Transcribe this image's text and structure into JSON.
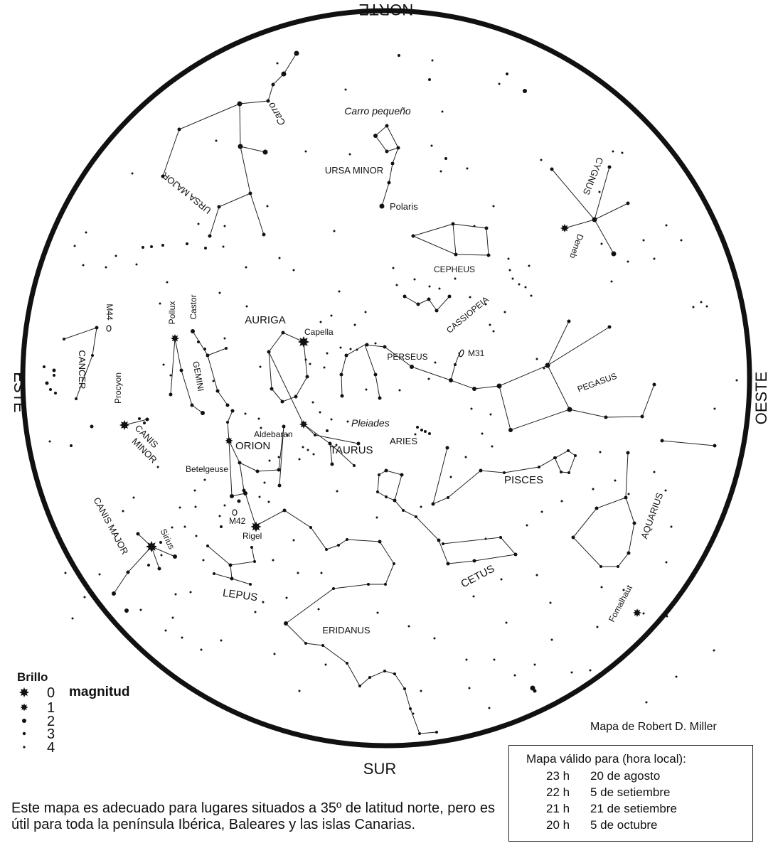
{
  "directions": {
    "north": "NORTE",
    "south": "SUR",
    "east": "ESTE",
    "west": "OESTE"
  },
  "constellations": {
    "ursa_major": "URSA MAJOR",
    "ursa_minor": "URSA MINOR",
    "cygnus": "CYGNUS",
    "cepheus": "CEPHEUS",
    "cassiopeia": "CASSIOPEIA",
    "perseus": "PERSEUS",
    "pegasus": "PEGASUS",
    "auriga": "AURIGA",
    "gemini": "GEMINI",
    "cancer": "CANCER",
    "canis_minor_1": "CANIS",
    "canis_minor_2": "MINOR",
    "orion": "ORION",
    "taurus": "TAURUS",
    "aries": "ARIES",
    "pisces": "PISCES",
    "aquarius": "AQUARIUS",
    "canis_major": "CANIS MAJOR",
    "lepus": "LEPUS",
    "eridanus": "ERIDANUS",
    "cetus": "CETUS"
  },
  "asterisms": {
    "carro": "Carro",
    "carro_pequeno": "Carro pequeño",
    "pleiades": "Pleiades"
  },
  "stars": {
    "polaris": "Polaris",
    "deneb": "Deneb",
    "capella": "Capella",
    "castor": "Castor",
    "pollux": "Pollux",
    "procyon": "Procyon",
    "aldebaran": "Aldebaran",
    "betelgeuse": "Betelgeuse",
    "rigel": "Rigel",
    "sirius": "Sirius",
    "fomalhaut": "Fomalhaut"
  },
  "deep_sky": {
    "m31": "M31",
    "m42": "M42",
    "m44": "M44"
  },
  "legend": {
    "title": "Brillo",
    "label": "magnitud",
    "magnitudes": [
      "0",
      "1",
      "2",
      "3",
      "4"
    ]
  },
  "credit": "Mapa de Robert D. Miller",
  "validity": {
    "title": "Mapa válido para (hora local):",
    "rows": [
      {
        "hour": "23 h",
        "date": "20 de agosto"
      },
      {
        "hour": "22 h",
        "date": "5 de setiembre"
      },
      {
        "hour": "21 h",
        "date": "21 de setiembre"
      },
      {
        "hour": "20 h",
        "date": "5 de octubre"
      }
    ]
  },
  "note": "Este mapa es adecuado para lugares situados a 35º de latitud norte, pero es útil para toda la península Ibérica, Baleares y las islas Canarias."
}
